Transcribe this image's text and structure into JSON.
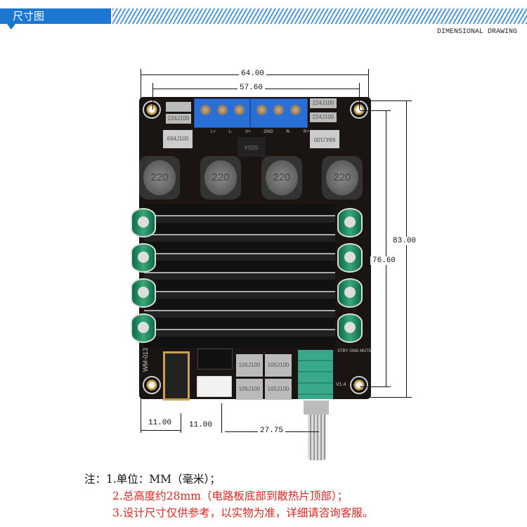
{
  "header": {
    "title": "尺寸图",
    "subtitle": "DIMENSIONAL DRAWING"
  },
  "dimensions": {
    "width_outer": "64.00",
    "width_holes": "57.60",
    "height_outer": "83.00",
    "height_holes": "76.60",
    "jack_offset": "11.00",
    "connector_offset": "11.00",
    "pot_offset": "27.75"
  },
  "board": {
    "inductor_label": "220",
    "cap_large": "684J100",
    "cap_small": "224J100",
    "diode": "SS54",
    "film_cap": "105J100",
    "model": "WM-013",
    "version": "V1.4",
    "terminals": [
      "L+",
      "L-",
      "V+",
      "GND",
      "R-",
      "R+"
    ],
    "control_pins": "STBY GND MUTE"
  },
  "notes": {
    "line1": "注：1.单位：MM（毫米）；",
    "line2": "2.总高度约28mm（电路板底部到散热片顶部）；",
    "line3": "3.设计尺寸仅供参考，以实物为准，详细请咨询客服。",
    "color_note": "#e8231f"
  }
}
